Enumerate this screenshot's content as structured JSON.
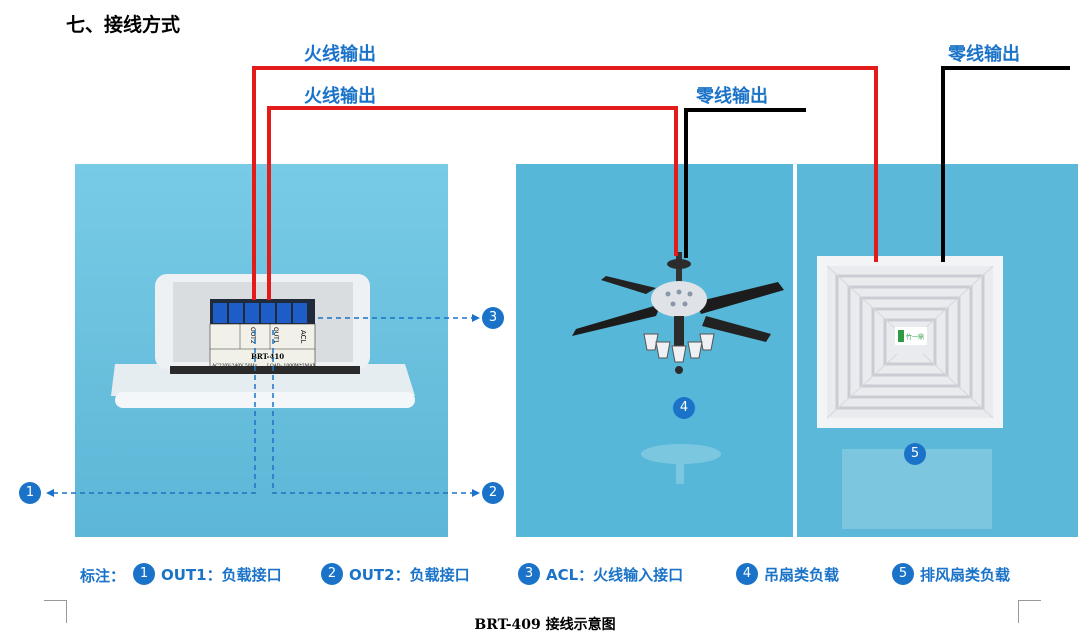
{
  "title": "七、接线方式",
  "wire_labels": {
    "live_out_a": "火线输出",
    "live_out_b": "火线输出",
    "neutral_out_fan": "零线输出",
    "neutral_out_exhaust": "零线输出"
  },
  "device": {
    "model_plate": "BRT-410",
    "spec_left": "AC220V-240V 50Hz",
    "spec_right": "LOAD: 1000W*2MAX.",
    "terminal_out2": "OUT2",
    "terminal_out1": "OUT1",
    "terminal_acl": "ACL",
    "exhaust_logo": "竹一鼎"
  },
  "callouts": [
    "1",
    "2",
    "3",
    "4",
    "5"
  ],
  "legend": {
    "heading": "标注：",
    "items": [
      {
        "num": "1",
        "text": "OUT1：负载接口"
      },
      {
        "num": "2",
        "text": "OUT2：负载接口"
      },
      {
        "num": "3",
        "text": "ACL：火线输入接口"
      },
      {
        "num": "4",
        "text": "吊扇类负载"
      },
      {
        "num": "5",
        "text": "排风扇类负载"
      }
    ]
  },
  "caption": "BRT-409 接线示意图",
  "colors": {
    "live_wire": "#e41b1b",
    "neutral_wire": "#000000",
    "accent": "#1a73c8"
  }
}
